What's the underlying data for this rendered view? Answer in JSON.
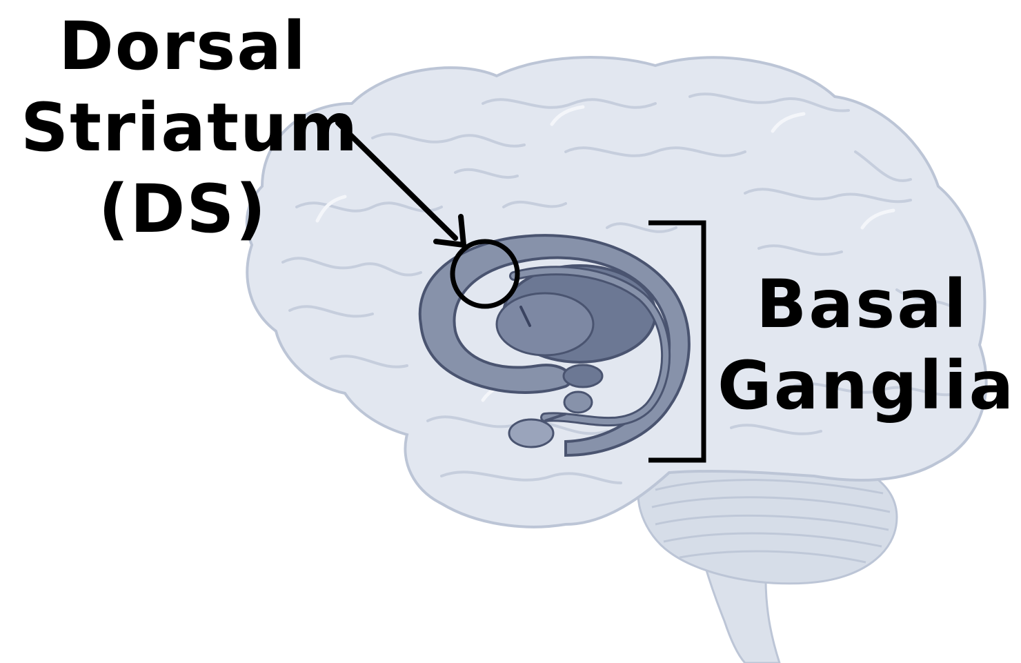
{
  "labels": {
    "dorsal_striatum": {
      "line1": "Dorsal",
      "line2": "Striatum",
      "line3": "(DS)"
    },
    "basal_ganglia": {
      "line1": "Basal",
      "line2": "Ganglia"
    }
  },
  "colors": {
    "background": "#ffffff",
    "brain_fill": "#e2e7f0",
    "brain_stroke": "#bcc5d6",
    "gyri_lines": "#c6cedd",
    "cerebellum_fill": "#d6dde8",
    "caudate_fill": "#8792aa",
    "putamen_fill": "#6c7894",
    "basal_ganglia_stroke": "#4a5470",
    "annotation": "#000000"
  }
}
